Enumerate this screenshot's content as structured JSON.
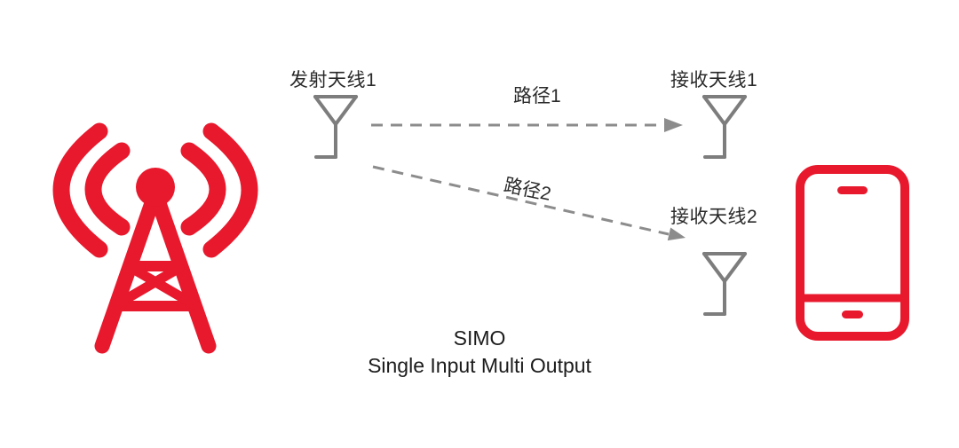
{
  "diagram": {
    "title": "SIMO wireless transmission diagram",
    "labels": {
      "tx_antenna": "发射天线1",
      "rx_antenna_1": "接收天线1",
      "rx_antenna_2": "接收天线2",
      "path_1": "路径1",
      "path_2": "路径2"
    },
    "caption": {
      "line1": "SIMO",
      "line2": "Single Input Multi Output"
    },
    "icons": {
      "left": "broadcast-tower-icon",
      "tx": "antenna-icon",
      "rx1": "antenna-icon",
      "rx2": "antenna-icon",
      "right": "smartphone-icon"
    },
    "colors": {
      "brand_red": "#E8192D",
      "antenna_gray": "#7D7D7D",
      "arrow_gray": "#8C8C8C",
      "text_dark": "#2A2A2A"
    }
  }
}
